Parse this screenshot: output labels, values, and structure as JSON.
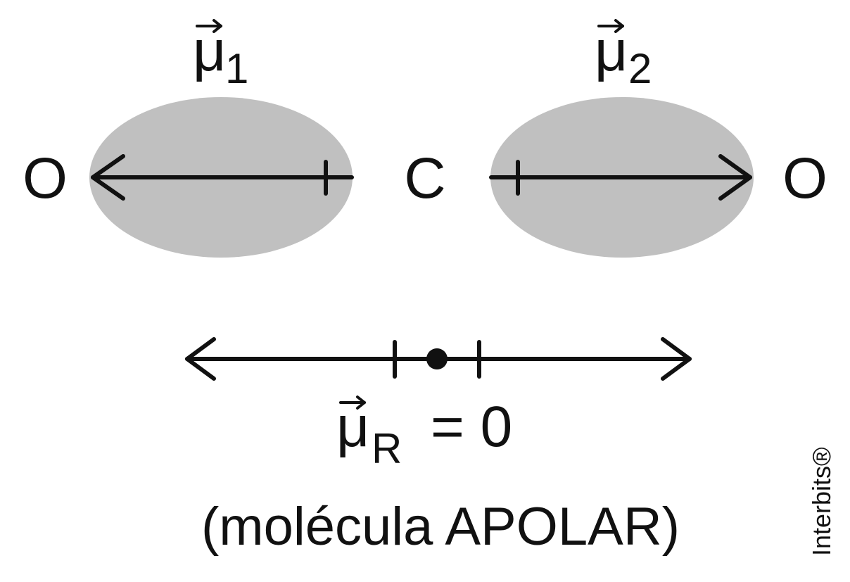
{
  "atoms": {
    "oxygen_left": "O",
    "carbon": "C",
    "oxygen_right": "O"
  },
  "dipoles": {
    "mu1": {
      "symbol": "μ",
      "subscript": "1"
    },
    "mu2": {
      "symbol": "μ",
      "subscript": "2"
    },
    "resultant": {
      "symbol": "μ",
      "subscript": "R",
      "equation": "= 0"
    }
  },
  "caption": "(molécula APOLAR)",
  "watermark": "Interbits®",
  "colors": {
    "cloud": "#c0c0c0",
    "ink": "#111111"
  }
}
